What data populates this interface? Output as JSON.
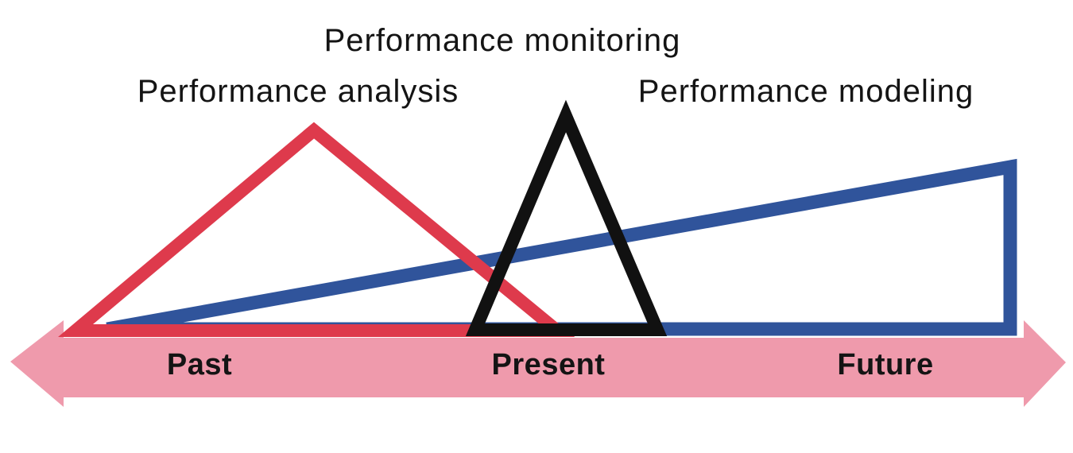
{
  "colors": {
    "red": "#DE3A4C",
    "blue": "#30549B",
    "black": "#111111",
    "pink": "#EF9AAC",
    "text": "#141414"
  },
  "triangles": [
    {
      "id": "analysis",
      "label": "Performance analysis",
      "color_key": "red",
      "time_focus": "Past"
    },
    {
      "id": "monitoring",
      "label": "Performance monitoring",
      "color_key": "black",
      "time_focus": "Present"
    },
    {
      "id": "modeling",
      "label": "Performance modeling",
      "color_key": "blue",
      "time_focus": "Future"
    }
  ],
  "timeline": {
    "periods": [
      "Past",
      "Present",
      "Future"
    ]
  }
}
